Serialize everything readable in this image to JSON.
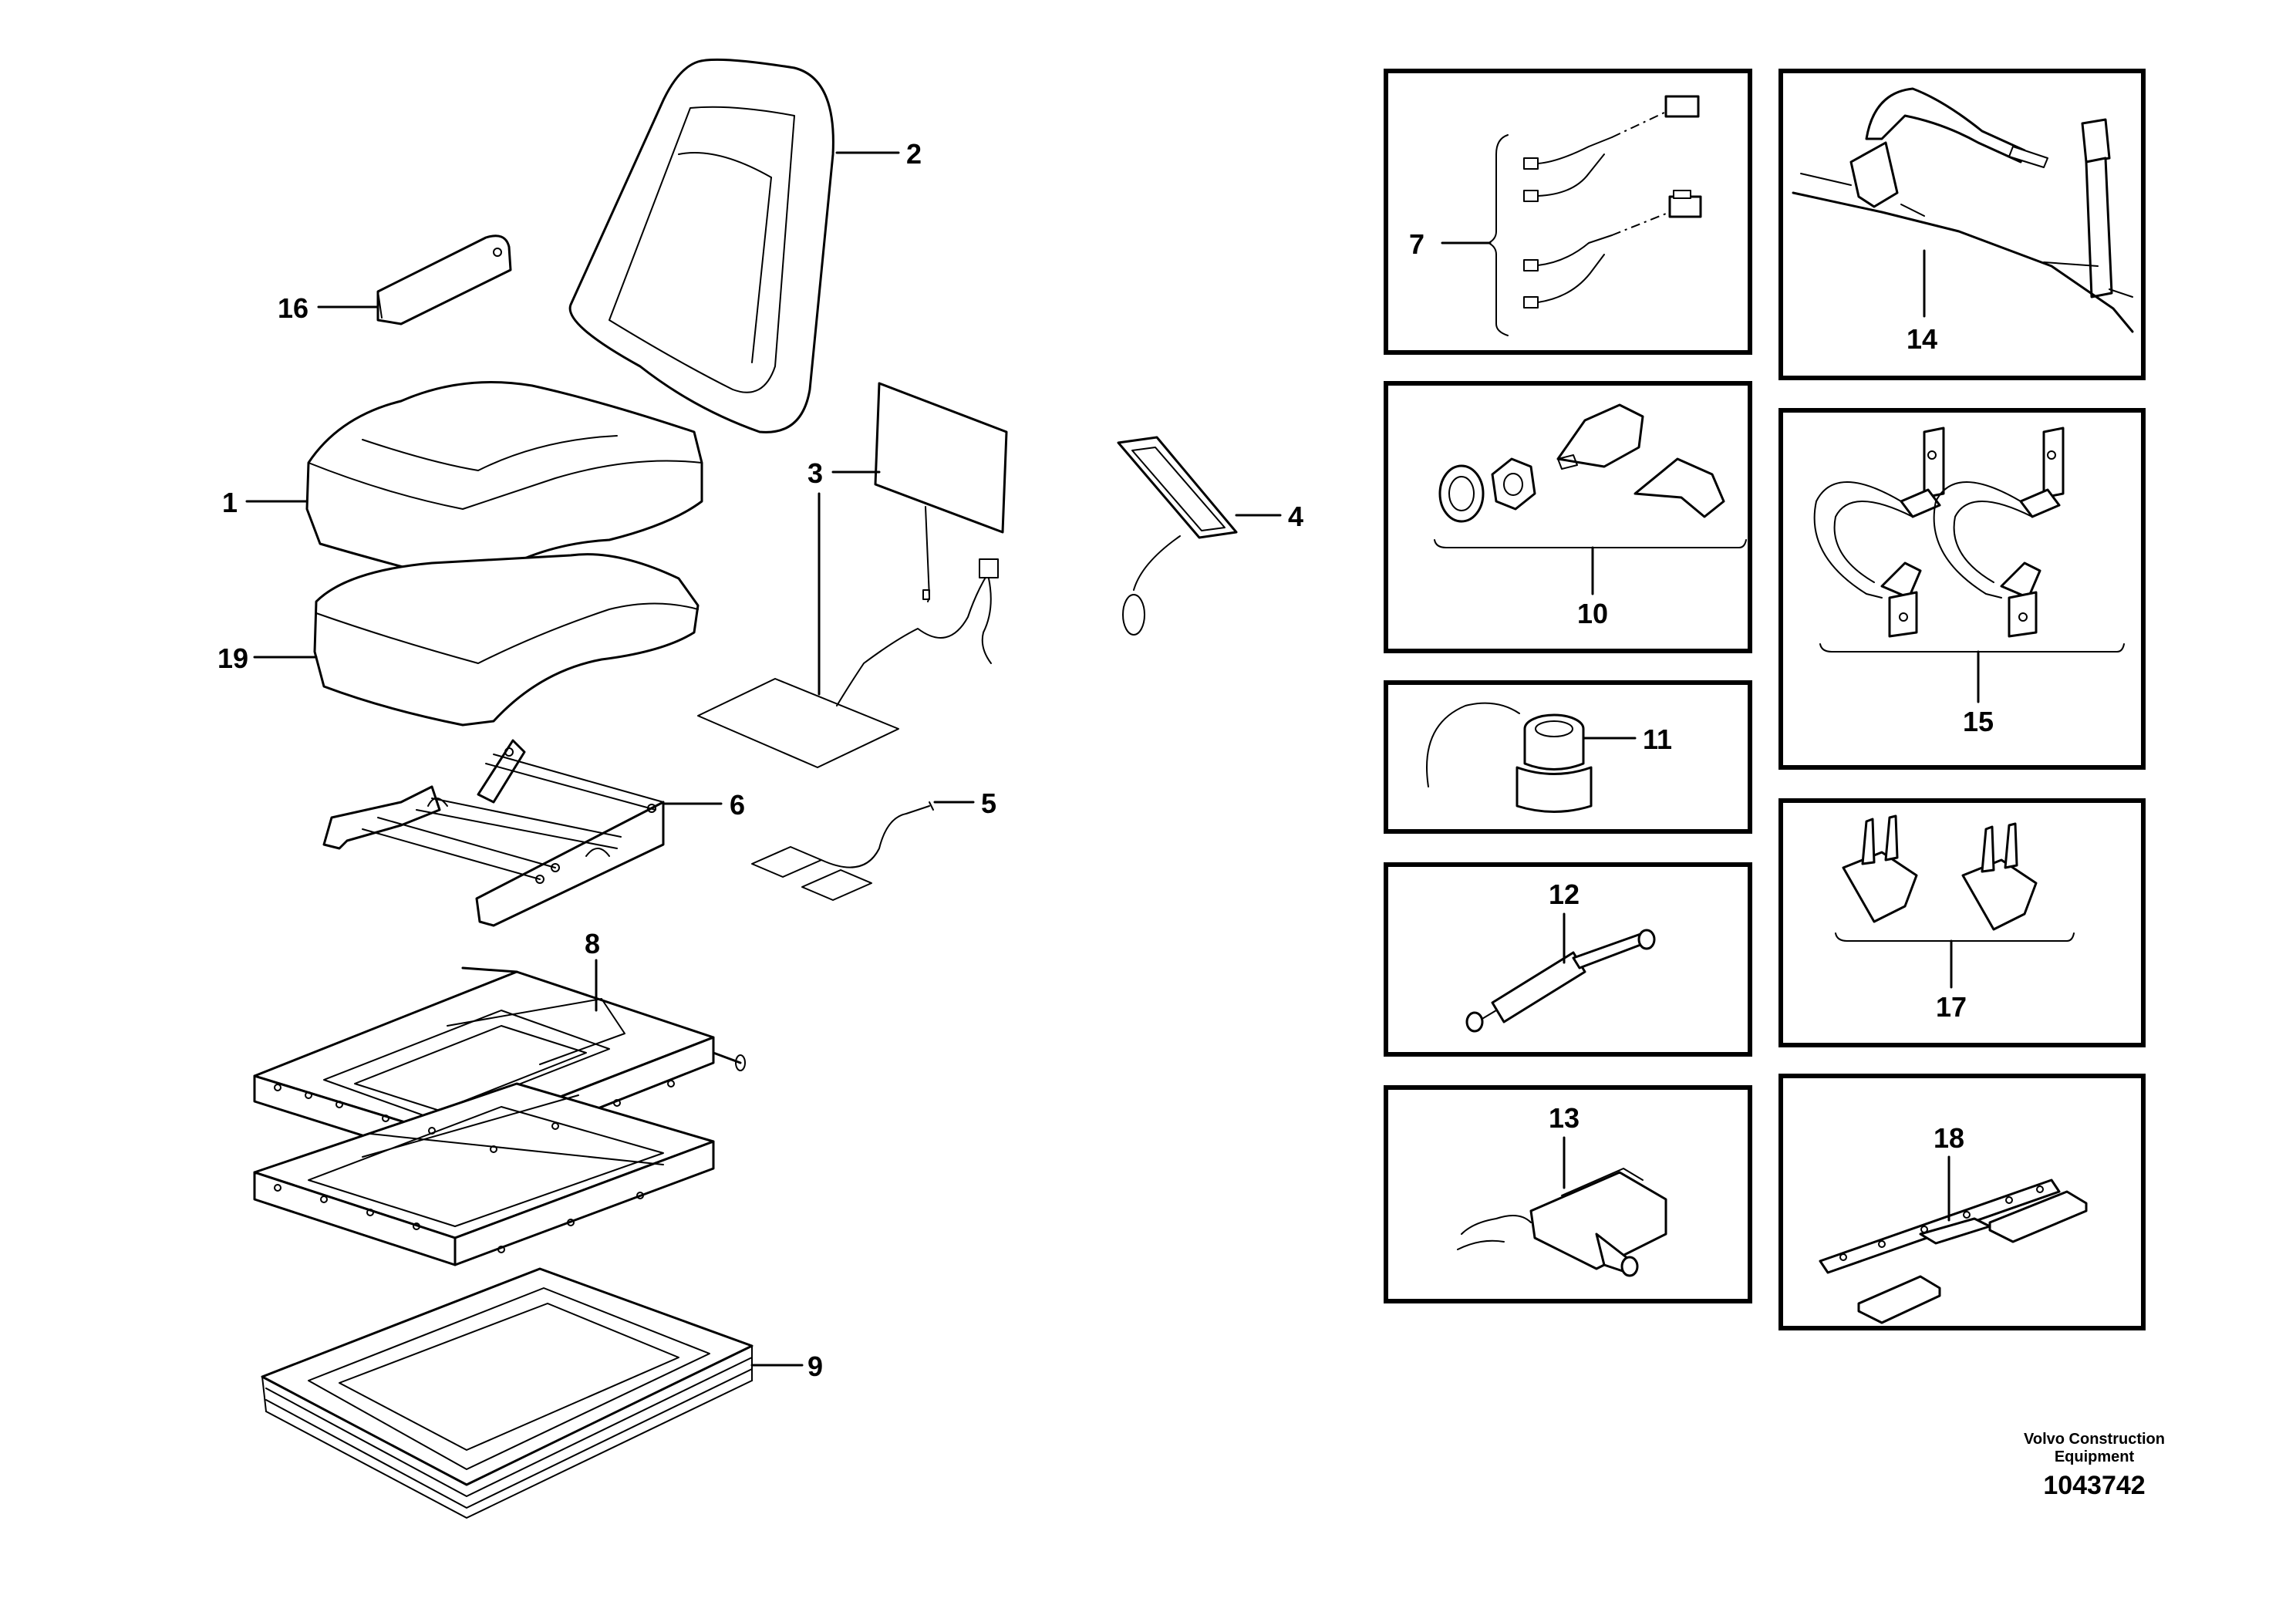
{
  "callouts": {
    "c1": "1",
    "c2": "2",
    "c3": "3",
    "c4": "4",
    "c5": "5",
    "c6": "6",
    "c7": "7",
    "c8": "8",
    "c9": "9",
    "c10": "10",
    "c11": "11",
    "c12": "12",
    "c13": "13",
    "c14": "14",
    "c15": "15",
    "c16": "16",
    "c17": "17",
    "c18": "18",
    "c19": "19"
  },
  "footer": {
    "brand_line1": "Volvo Construction",
    "brand_line2": "Equipment",
    "drawing_number": "1043742"
  }
}
